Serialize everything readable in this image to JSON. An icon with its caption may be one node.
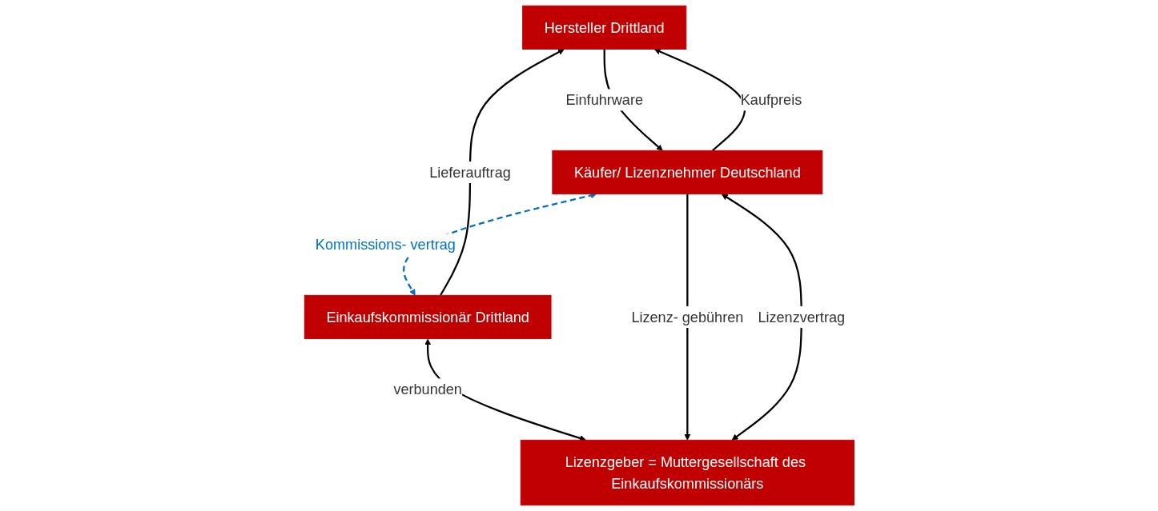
{
  "diagram": {
    "nodes": [
      {
        "text": [
          "Hersteller Drittland"
        ]
      },
      {
        "text": [
          "Einkaufskommissionär Drittland"
        ]
      },
      {
        "text": [
          "Käufer/ Lizenznehmer Deutschland"
        ]
      },
      {
        "text": [
          "Lizenzgeber = Muttergesellschaft des Einkaufskommissionärs"
        ]
      }
    ],
    "edges": [
      {
        "from": 1,
        "to": 0,
        "arrow": "to",
        "label": "Lieferauftrag"
      },
      {
        "from": 2,
        "to": 0,
        "arrow": "to",
        "label": "Kaufpreis"
      },
      {
        "from": 0,
        "to": 2,
        "arrow": "to",
        "label": "Einfuhrware"
      },
      {
        "from": 2,
        "to": 1,
        "arrow": "both",
        "label": "Kommissions- vertrag",
        "style": "dashed",
        "color": "#0070c0"
      },
      {
        "from": 1,
        "to": 3,
        "arrow": "both",
        "label": "verbunden"
      },
      {
        "from": 2,
        "to": 3,
        "arrow": "to",
        "label": "Lizenz- gebühren"
      },
      {
        "from": 2,
        "to": 3,
        "arrow": "both",
        "label": "Lizenzvertrag"
      }
    ]
  }
}
